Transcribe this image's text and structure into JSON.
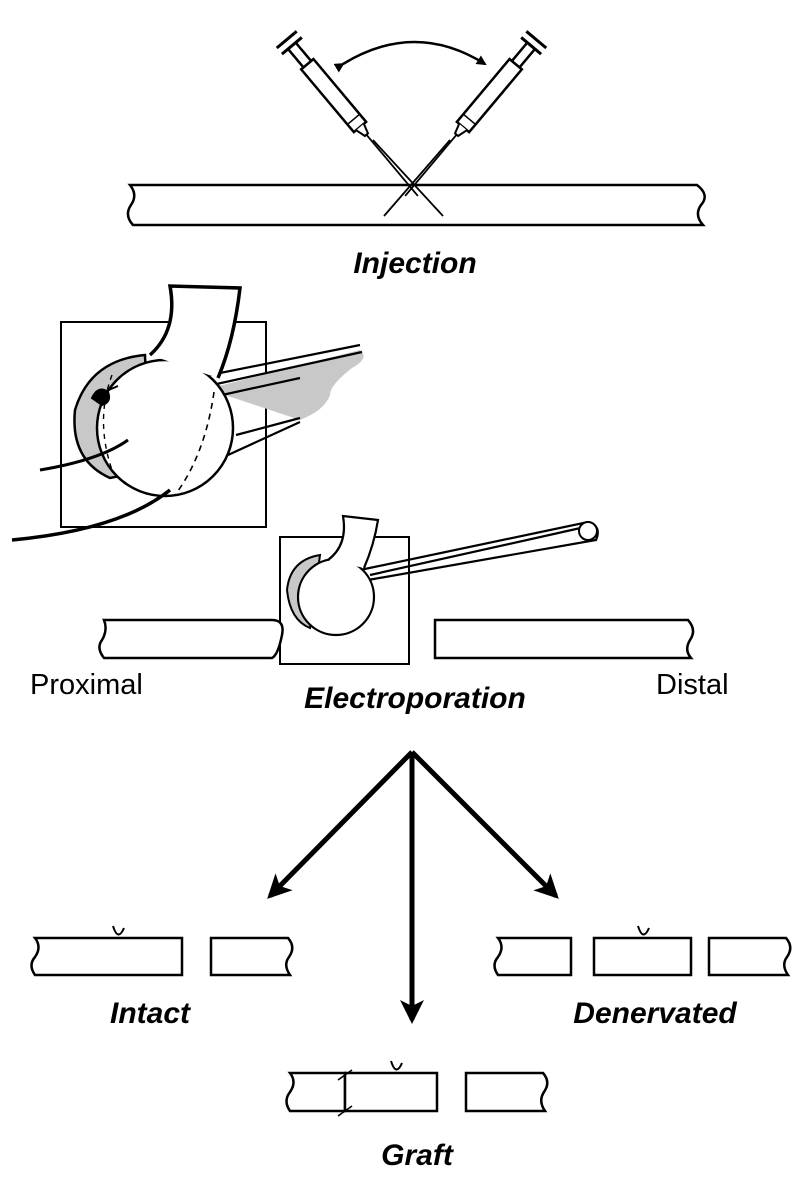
{
  "labels": {
    "injection": "Injection",
    "electroporation": "Electroporation",
    "proximal": "Proximal",
    "distal": "Distal",
    "intact": "Intact",
    "denervated": "Denervated",
    "graft": "Graft"
  },
  "colors": {
    "stroke": "#000000",
    "shade": "#c8c8c8",
    "background": "#ffffff"
  }
}
